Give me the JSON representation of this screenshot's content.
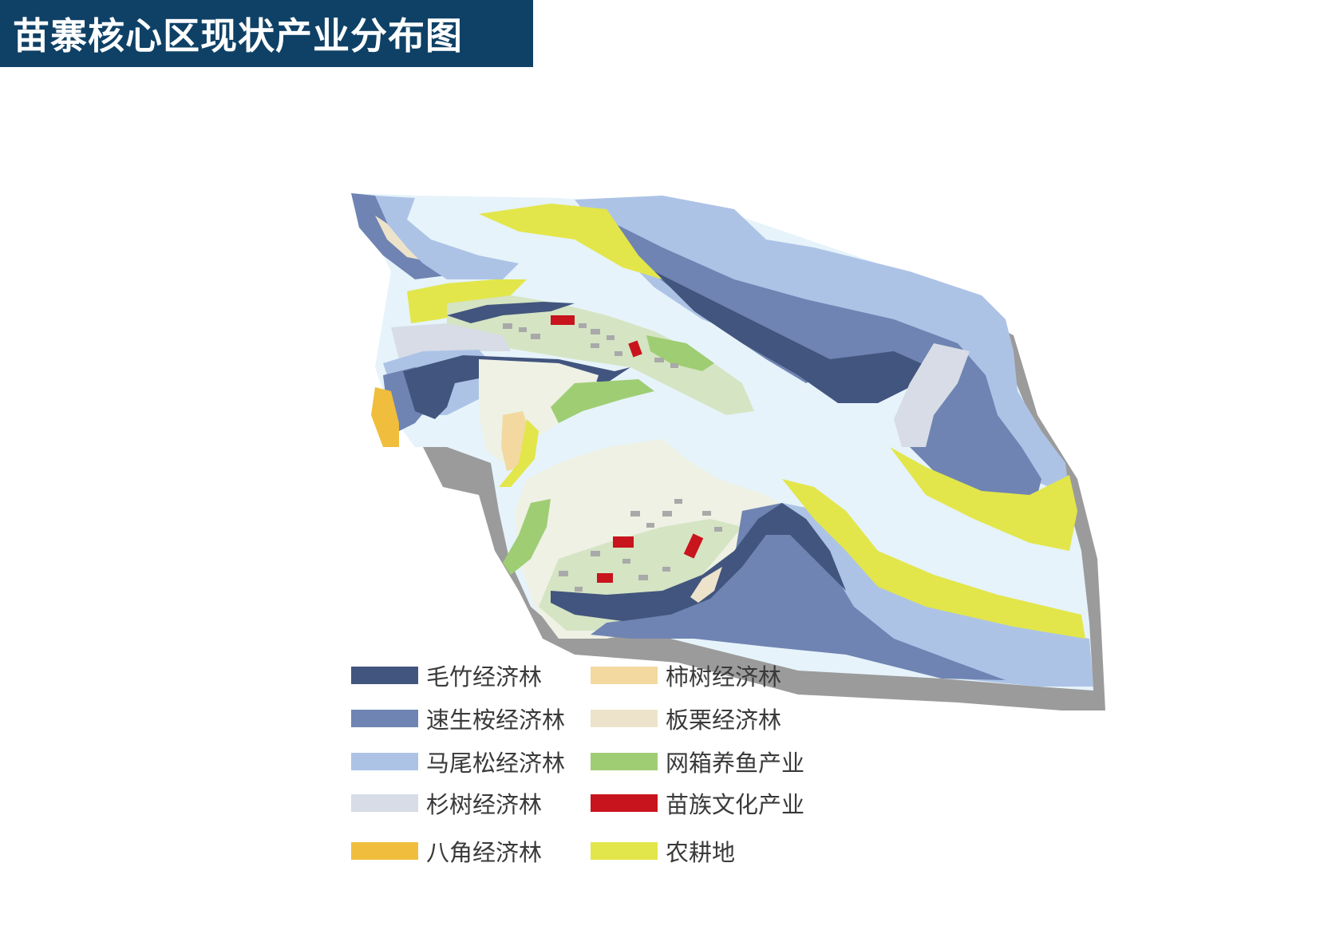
{
  "title": "苗寨核心区现状产业分布图",
  "colors": {
    "title_bg": "#0f4166",
    "river": "#e6f3fa",
    "shadow": "#9b9b9b",
    "village_ground": "#eef1e4",
    "village_green": "#d5e4c3",
    "building": "#a9a9a9"
  },
  "legend": [
    {
      "label": "毛竹经济林",
      "color": "#42557e"
    },
    {
      "label": "柿树经济林",
      "color": "#f3d9a0"
    },
    {
      "label": "速生桉经济林",
      "color": "#6f84b2"
    },
    {
      "label": "板栗经济林",
      "color": "#ede3cb"
    },
    {
      "label": "马尾松经济林",
      "color": "#adc3e6"
    },
    {
      "label": "网箱养鱼产业",
      "color": "#9fcd73"
    },
    {
      "label": "杉树经济林",
      "color": "#d7dce6"
    },
    {
      "label": "苗族文化产业",
      "color": "#c8141d"
    },
    {
      "label": "八角经济林",
      "color": "#f0be3c"
    },
    {
      "label": "农耕地",
      "color": "#e2e64a"
    }
  ]
}
